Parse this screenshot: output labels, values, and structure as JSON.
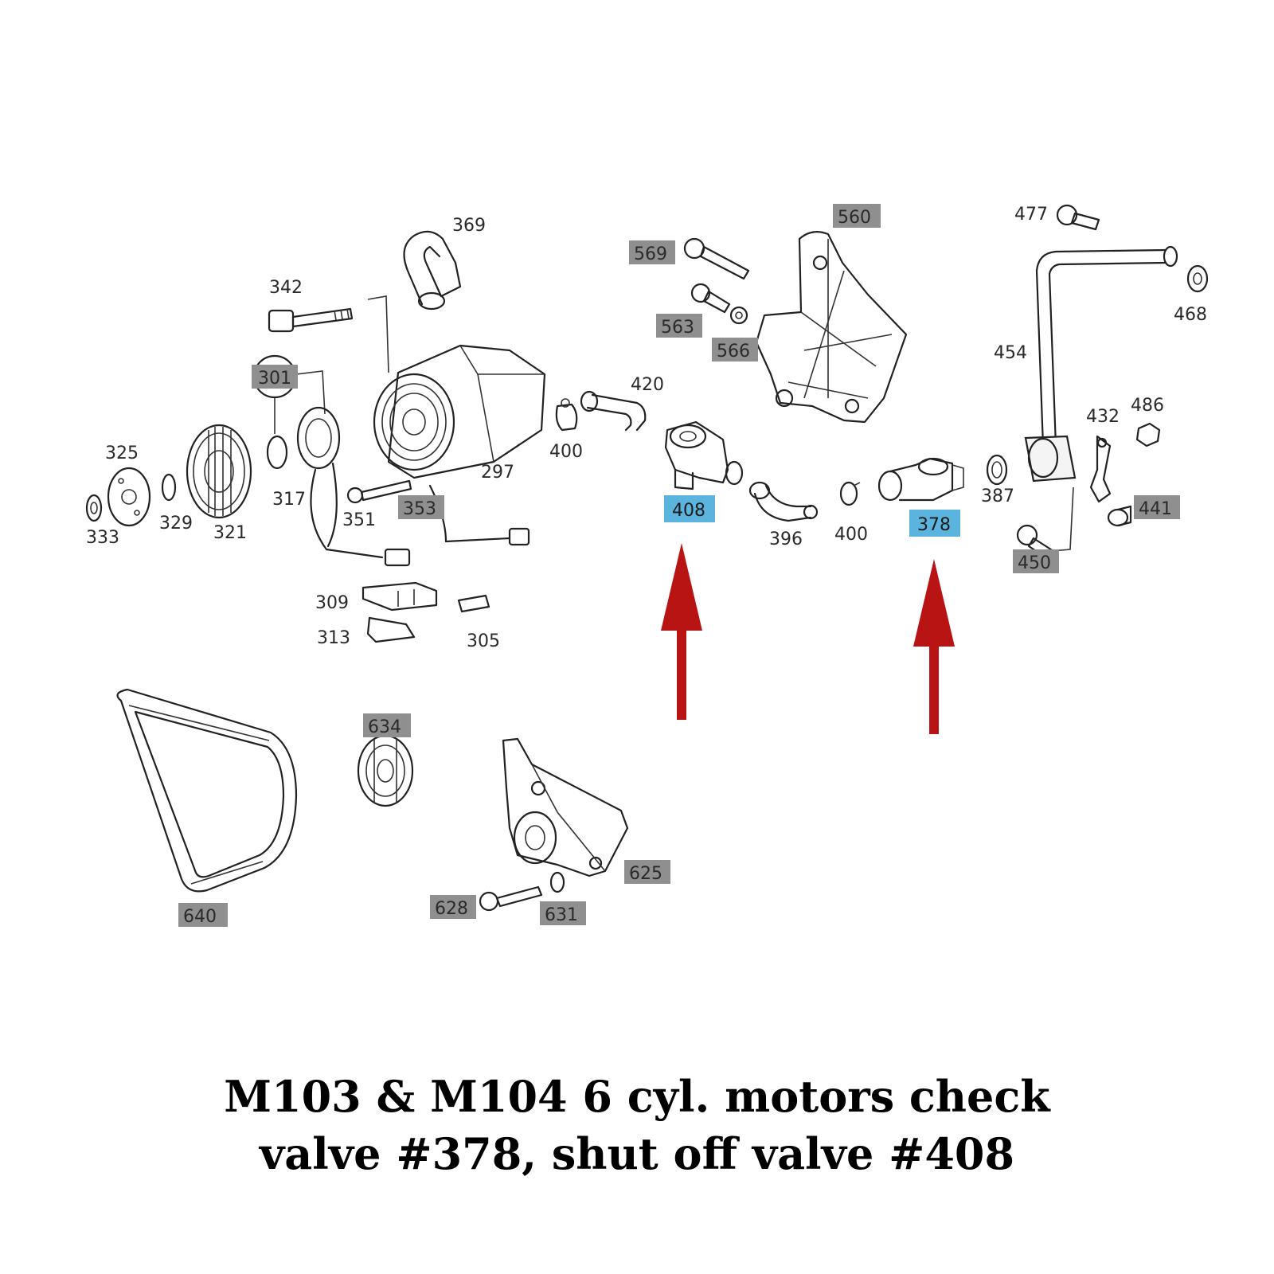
{
  "caption": {
    "line1": "M103 & M104 6 cyl. motors check",
    "line2": "valve #378, shut off valve #408"
  },
  "colors": {
    "highlight_blue": "#5bb4de",
    "highlight_gray": "#8f8f8f",
    "arrow_red": "#b81414"
  },
  "labels": {
    "l369": "369",
    "l342": "342",
    "l569": "569",
    "l560": "560",
    "l477": "477",
    "l563": "563",
    "l566": "566",
    "l468": "468",
    "l454": "454",
    "l301": "301",
    "l420": "420",
    "l432": "432",
    "l486": "486",
    "l325": "325",
    "l400a": "400",
    "l297": "297",
    "l317": "317",
    "l329": "329",
    "l333": "333",
    "l321": "321",
    "l351": "351",
    "l353": "353",
    "l408": "408",
    "l396": "396",
    "l400b": "400",
    "l378": "378",
    "l387": "387",
    "l441": "441",
    "l450": "450",
    "l309": "309",
    "l313": "313",
    "l305": "305",
    "l634": "634",
    "l625": "625",
    "l628": "628",
    "l631": "631",
    "l640": "640"
  }
}
